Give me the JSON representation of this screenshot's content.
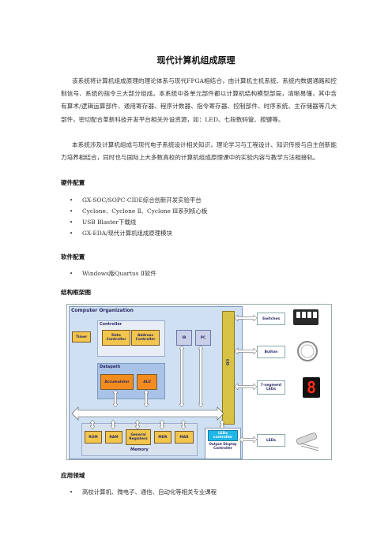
{
  "document": {
    "title": "现代计算机组成原理",
    "paragraphs": [
      "该系统将计算机组成原理的理论体系与现代FPGA相结合，由计算机主机系统、系统内数据通路和控制信号、系统的指令三大部分组成。本系统中各单元部件都以计算机结构模型部局，清晰易懂，其中含有算术/逻辑运算部件、通用寄存器、程序计数器、指令寄存器、控制部件、时序系统、主存储器等几大部件，密切配合革新科技开发平台相关外设资源，如：LED、七段数码管、按键等。",
      "本系统涉及计算机组成与现代电子系统设计相关知识，理论学习与工程设计、知识传授与自主创新能力培养相结合，同时也与国际上大多数高校的计算机组成原理课中的实验内容与教学方法相接轨。"
    ],
    "sections": {
      "hardware": {
        "heading": "硬件配置",
        "items": [
          "GX-SOC/SOPC-CIDE综合创新开发实验平台",
          "Cyclone、Cyclone Ⅱ、Cyclone Ⅲ系列核心板",
          "USB Blaster下载线",
          "GX-EDA/现代计算机组成原理模块"
        ]
      },
      "software": {
        "heading": "软件配置",
        "items": [
          "Windows版Quartus Ⅱ软件"
        ]
      },
      "structure": {
        "heading": "结构框架图"
      },
      "application": {
        "heading": "应用领域",
        "items": [
          "高校计算机、微电子、通信、自动化等相关专业课程"
        ]
      }
    },
    "bullet_glyph": "•"
  },
  "diagram": {
    "title": "Computer Organization",
    "controller_label": "Controller",
    "datapath_label": "Datapath",
    "memory_label": "Memory",
    "io_label": "I/O",
    "blocks": {
      "timer": "Timer",
      "data_controller": "Data Controller",
      "address_controller": "Address Controller",
      "ir": "IR",
      "pc": "PC",
      "accumulator": "Accumulator",
      "alu": "ALU",
      "rom": "ROM",
      "ram": "RAM",
      "general_registers": "General Registers",
      "mdr": "MDR",
      "mar": "MAR",
      "leds_controller": "LEDs controller",
      "output_display_controller": "Output Display Controller",
      "switches": "Switches",
      "button": "Button",
      "seven_segment": "7-segment LEDs",
      "leds": "LEDs"
    },
    "seven_segment_digit": "8",
    "colors": {
      "main_panel": "#cfe0f2",
      "controller_panel": "#e9eef6",
      "datapath_panel": "#a9c2e8",
      "io_bus": "#d8c246",
      "box_gold": "#f2c64d",
      "box_orange": "#f28c1e",
      "seven_seg_bg": "#111111",
      "seven_seg_on": "#ff2b1a"
    }
  }
}
